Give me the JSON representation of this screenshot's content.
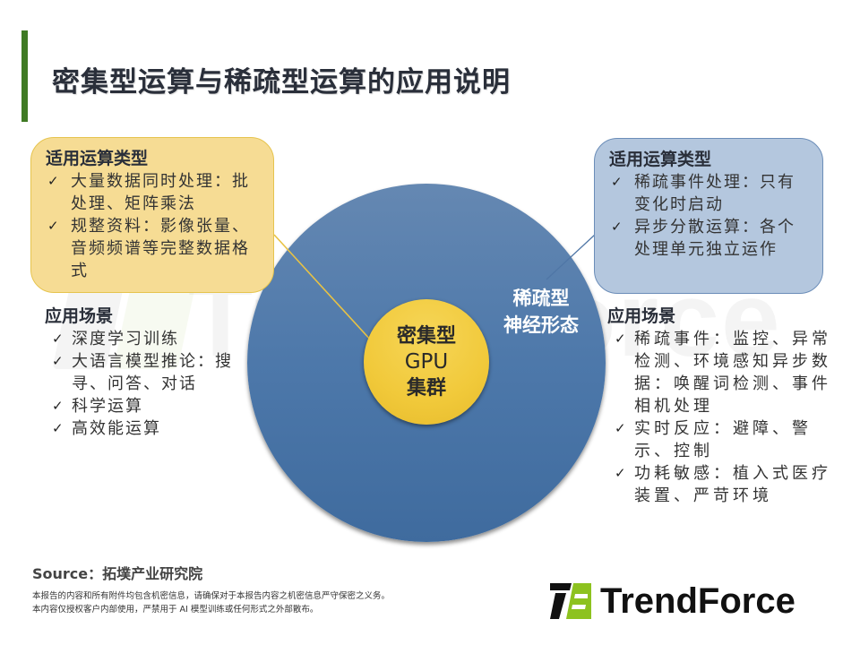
{
  "page": {
    "title": "密集型运算与稀疏型运算的应用说明"
  },
  "diagram": {
    "outer_circle": {
      "label_line1": "稀疏型",
      "label_line2": "神经形态",
      "color": "#4d78aa"
    },
    "inner_circle": {
      "line1": "密集型",
      "line2": "GPU",
      "line3": "集群",
      "color": "#f1c93a"
    }
  },
  "dense": {
    "types": {
      "title": "适用运算类型",
      "items": [
        {
          "text": "大量数据同时处理：批处理、矩阵乘法"
        },
        {
          "text": "规整资料：影像张量、音频频谱等完整数据格式"
        }
      ]
    },
    "scenarios": {
      "title": "应用场景",
      "items": [
        {
          "text": "深度学习训练"
        },
        {
          "text": "大语言模型推论：搜寻、问答、对话"
        },
        {
          "text": "科学运算"
        },
        {
          "text": "高效能运算"
        }
      ]
    }
  },
  "sparse": {
    "types": {
      "title": "适用运算类型",
      "items": [
        {
          "text": "稀疏事件处理：只有变化时启动"
        },
        {
          "text": "异步分散运算：各个处理单元独立运作"
        }
      ]
    },
    "scenarios": {
      "title": "应用场景",
      "items": [
        {
          "text": "稀疏事件：监控、异常检测、环境感知异步数据：唤醒词检测、事件相机处理"
        },
        {
          "text": "实时反应：避障、警示、控制"
        },
        {
          "text": "功耗敏感：植入式医疗装置、严苛环境"
        }
      ]
    }
  },
  "icons": {
    "check": "✓",
    "check_icon": "check-mark-icon"
  },
  "footer": {
    "source": "Source：拓墣产业研究院",
    "disclaimer_line1": "本报告的内容和所有附件均包含机密信息，请确保对于本报告内容之机密信息严守保密之义务。",
    "disclaimer_line2": "本内容仅授权客户内部使用，严禁用于 AI 模型训练或任何形式之外部散布。",
    "logo_text": "TrendForce",
    "watermark_text": "TrendForce"
  },
  "colors": {
    "accent_green": "#3f7a24",
    "logo_green": "#8dc21f",
    "yellow_box": "#f6dc94",
    "blue_box": "#b4c7de"
  }
}
